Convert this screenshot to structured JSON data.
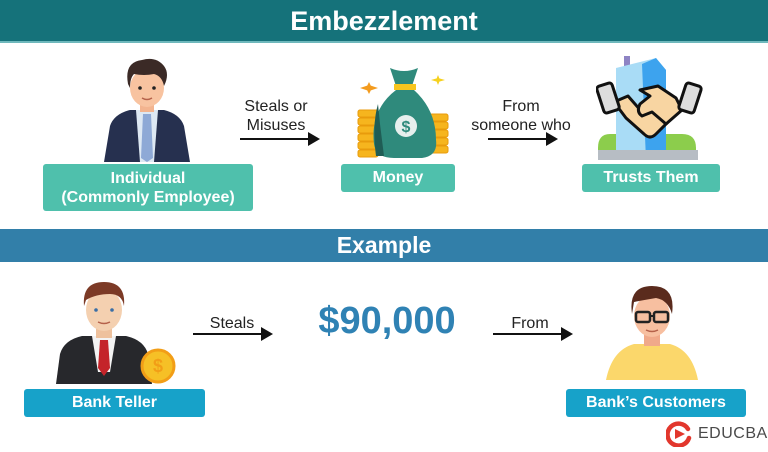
{
  "header": {
    "title": "Embezzlement",
    "color": "#15727a"
  },
  "definition": {
    "actor": {
      "label_line1": "Individual",
      "label_line2": "(Commonly Employee)",
      "icon": "businessman-icon"
    },
    "arrow1": {
      "line1": "Steals or",
      "line2": "Misuses"
    },
    "object": {
      "label": "Money",
      "icon": "money-bag-icon"
    },
    "arrow2": {
      "line1": "From",
      "line2": "someone who"
    },
    "victim": {
      "label": "Trusts Them",
      "icon": "handshake-building-icon"
    },
    "label_color": "#4fc0ac"
  },
  "example_header": {
    "title": "Example",
    "color": "#327fa9"
  },
  "example": {
    "actor": {
      "label": "Bank Teller",
      "icon": "bank-teller-icon"
    },
    "arrow1": {
      "label": "Steals"
    },
    "amount": "$90,000",
    "arrow2": {
      "label": "From"
    },
    "victim": {
      "label": "Bank’s Customers",
      "icon": "customer-icon"
    },
    "label_color": "#17a2c9",
    "amount_color": "#2f82b4"
  },
  "brand": {
    "name": "EDUCBA",
    "color": "#e2372d"
  }
}
